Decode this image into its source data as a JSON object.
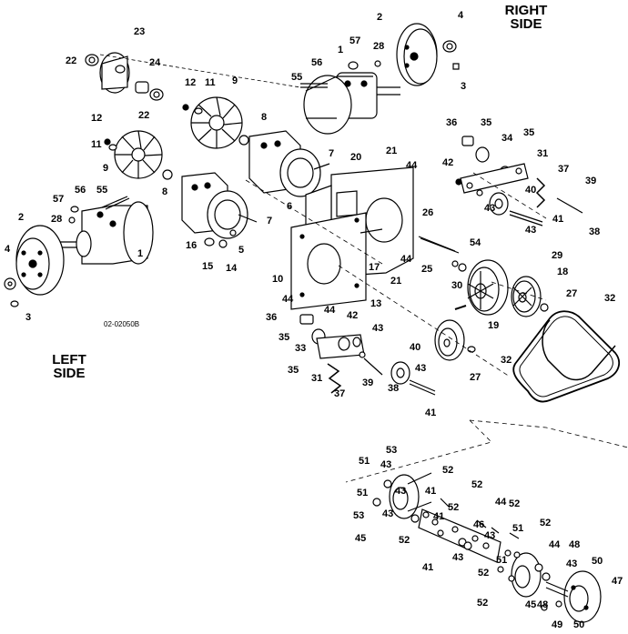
{
  "labels": {
    "right_side": "RIGHT\nSIDE",
    "left_side": "LEFT\nSIDE",
    "figure_code": "02-02050B"
  },
  "callouts": [
    "2",
    "4",
    "23",
    "57",
    "28",
    "22",
    "24",
    "56",
    "1",
    "55",
    "3",
    "12",
    "11",
    "9",
    "22",
    "8",
    "36",
    "35",
    "34",
    "35",
    "31",
    "12",
    "7",
    "21",
    "44",
    "42",
    "37",
    "39",
    "11",
    "20",
    "57",
    "56",
    "55",
    "40",
    "9",
    "8",
    "6",
    "43",
    "41",
    "26",
    "2",
    "28",
    "7",
    "43",
    "38",
    "5",
    "16",
    "54",
    "4",
    "15",
    "14",
    "1",
    "29",
    "25",
    "17",
    "44",
    "10",
    "18",
    "21",
    "30",
    "27",
    "32",
    "13",
    "3",
    "44",
    "44",
    "36",
    "42",
    "43",
    "19",
    "35",
    "33",
    "40",
    "32",
    "35",
    "31",
    "43",
    "27",
    "39",
    "38",
    "37",
    "41",
    "51",
    "53",
    "43",
    "52",
    "51",
    "43",
    "41",
    "52",
    "53",
    "43",
    "44",
    "52",
    "45",
    "52",
    "52",
    "41",
    "51",
    "52",
    "46",
    "43",
    "48",
    "44",
    "41",
    "52",
    "43",
    "51",
    "50",
    "43",
    "47",
    "52",
    "45",
    "48",
    "49",
    "50"
  ],
  "colors": {
    "ink": "#000000",
    "paper": "#ffffff"
  }
}
